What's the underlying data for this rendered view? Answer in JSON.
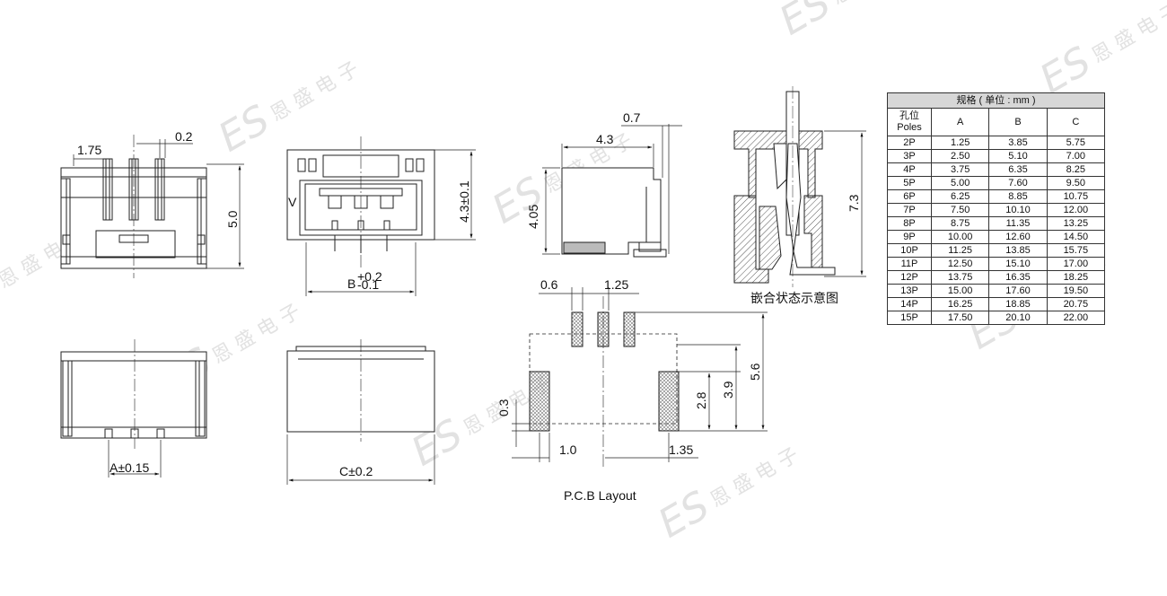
{
  "views": {
    "front_left": {
      "dim_pitch": "1.75",
      "dim_gap": "0.2",
      "dim_height": "5.0"
    },
    "front_right": {
      "dim_height": "4.3±0.1",
      "dim_b_label": "B",
      "dim_b_tol_plus": "+0.2",
      "dim_b_tol_minus": "-0.1",
      "mark": "V"
    },
    "side": {
      "dim_top": "0.7",
      "dim_width": "4.3",
      "dim_height": "4.05"
    },
    "section": {
      "dim_height": "7.3",
      "caption": "嵌合状态示意图"
    },
    "bottom_left": {
      "dim_a": "A±0.15"
    },
    "bottom_right": {
      "dim_c": "C±0.2"
    },
    "pcb": {
      "dim_pad_w": "0.6",
      "dim_pitch": "1.25",
      "dim_56": "5.6",
      "dim_39": "3.9",
      "dim_28": "2.8",
      "dim_03": "0.3",
      "dim_10": "1.0",
      "dim_135": "1.35",
      "caption": "P.C.B Layout"
    }
  },
  "watermark": {
    "logo": "ES",
    "chars": "恩 盛 电 子"
  },
  "table": {
    "title": "规格 ( 单位 : mm )",
    "head_poles_cn": "孔位",
    "head_poles_en": "Poles",
    "columns": [
      "A",
      "B",
      "C"
    ],
    "rows": [
      {
        "poles": "2P",
        "a": "1.25",
        "b": "3.85",
        "c": "5.75"
      },
      {
        "poles": "3P",
        "a": "2.50",
        "b": "5.10",
        "c": "7.00"
      },
      {
        "poles": "4P",
        "a": "3.75",
        "b": "6.35",
        "c": "8.25"
      },
      {
        "poles": "5P",
        "a": "5.00",
        "b": "7.60",
        "c": "9.50"
      },
      {
        "poles": "6P",
        "a": "6.25",
        "b": "8.85",
        "c": "10.75"
      },
      {
        "poles": "7P",
        "a": "7.50",
        "b": "10.10",
        "c": "12.00"
      },
      {
        "poles": "8P",
        "a": "8.75",
        "b": "11.35",
        "c": "13.25"
      },
      {
        "poles": "9P",
        "a": "10.00",
        "b": "12.60",
        "c": "14.50"
      },
      {
        "poles": "10P",
        "a": "11.25",
        "b": "13.85",
        "c": "15.75"
      },
      {
        "poles": "11P",
        "a": "12.50",
        "b": "15.10",
        "c": "17.00"
      },
      {
        "poles": "12P",
        "a": "13.75",
        "b": "16.35",
        "c": "18.25"
      },
      {
        "poles": "13P",
        "a": "15.00",
        "b": "17.60",
        "c": "19.50"
      },
      {
        "poles": "14P",
        "a": "16.25",
        "b": "18.85",
        "c": "20.75"
      },
      {
        "poles": "15P",
        "a": "17.50",
        "b": "20.10",
        "c": "22.00"
      }
    ]
  }
}
